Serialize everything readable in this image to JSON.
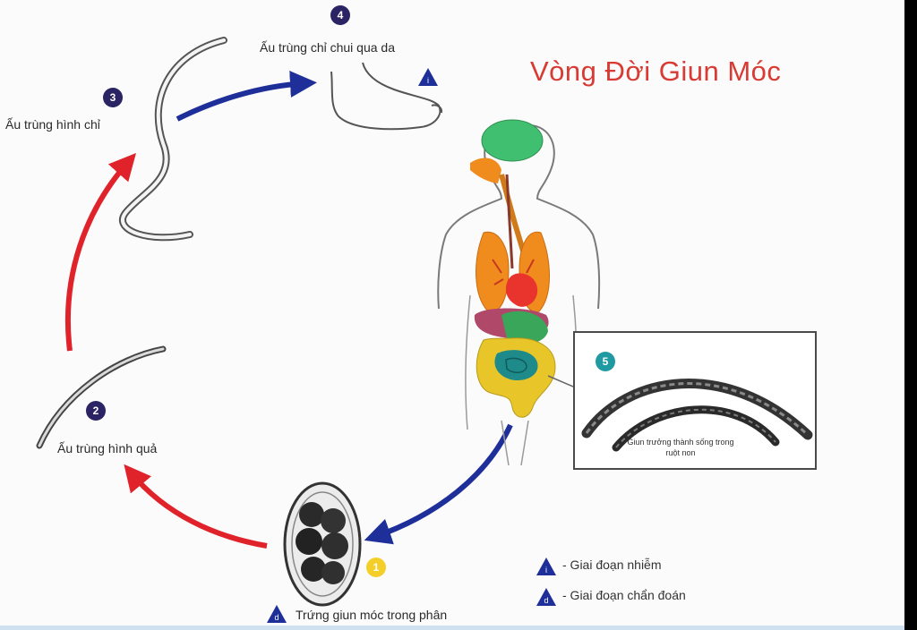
{
  "title": "Vòng Đời Giun Móc",
  "stages": [
    {
      "number": "1",
      "label": "Trứng giun móc trong phân"
    },
    {
      "number": "2",
      "label": "Ấu trùng hình quả"
    },
    {
      "number": "3",
      "label": "Ấu trùng hình chỉ"
    },
    {
      "number": "4",
      "label": "Ấu trùng chỉ chui qua da"
    },
    {
      "number": "5",
      "label": "Giun trưởng thành sống trong ruột non"
    }
  ],
  "legend": {
    "infective": "- Giai đoạn nhiễm",
    "diagnostic": "- Giai đoạn chẩn đoán"
  },
  "colors": {
    "title": "#d83a34",
    "arrow_red": "#e0232b",
    "arrow_blue": "#1f2f9a",
    "badge_dark": "#2b2464",
    "badge_teal": "#1f9aa3",
    "badge_yellow": "#f4cf2a",
    "organ_brain": "#3fbf6f",
    "organ_lungs": "#f08c1e",
    "organ_heart": "#e8342c",
    "organ_intestine": "#e8c62a",
    "organ_stomach": "#3aa65a"
  }
}
